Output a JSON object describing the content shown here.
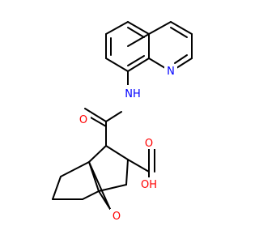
{
  "molecule": {
    "atoms": [
      {
        "id": "N_ring",
        "label": "N",
        "color": "#0000ff"
      },
      {
        "id": "N_amide",
        "label": "NH",
        "color": "#0000ff"
      },
      {
        "id": "O_keto",
        "label": "O",
        "color": "#ff0000"
      },
      {
        "id": "O_acid",
        "label": "O",
        "color": "#ff0000"
      },
      {
        "id": "O_hydroxyl",
        "label": "OH",
        "color": "#ff0000"
      },
      {
        "id": "O_bridge",
        "label": "O",
        "color": "#ff0000"
      }
    ],
    "bond_color": "#000000"
  }
}
